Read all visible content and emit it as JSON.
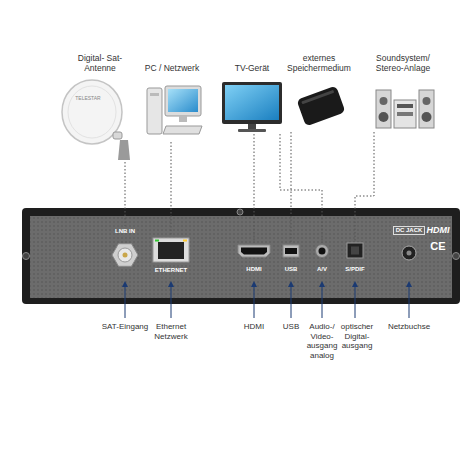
{
  "diagram": {
    "nodes": [
      {
        "text": [
          "Digital- Sat-Antenne"
        ]
      },
      {
        "text": [
          "PC / Netzwerk"
        ]
      },
      {
        "text": [
          "TV-Gerät"
        ]
      },
      {
        "text": [
          "externes Speichermedium"
        ]
      },
      {
        "text": [
          "Soundsystem/ Stereo-Anlage"
        ]
      },
      {
        "text": [
          "HDMI",
          "CE"
        ]
      },
      {
        "text": [
          "LNB IN"
        ],
        "in": 5
      },
      {
        "text": [
          "ETHERNET"
        ],
        "in": 5
      },
      {
        "text": [
          "HDMI"
        ],
        "in": 5
      },
      {
        "text": [
          "USB"
        ],
        "in": 5
      },
      {
        "text": [
          "A/V"
        ],
        "in": 5
      },
      {
        "text": [
          "S/PDIF"
        ],
        "in": 5
      },
      {
        "text": [
          "DC JACK"
        ],
        "in": 5
      }
    ],
    "edges": [
      {
        "from": 0,
        "to": 6,
        "arrow": "none"
      },
      {
        "from": 1,
        "to": 7,
        "arrow": "none"
      },
      {
        "from": 2,
        "to": 8,
        "arrow": "none"
      },
      {
        "from": 2,
        "to": 10,
        "arrow": "none"
      },
      {
        "from": 3,
        "to": 9,
        "arrow": "none"
      },
      {
        "from": 4,
        "to": 11,
        "arrow": "none"
      }
    ],
    "labels": [
      "TELESTAR",
      "SAT-Eingang",
      "Ethernet Netzwerk",
      "HDMI",
      "USB",
      "Audio-/ Video- ausgang analog",
      "optischer Digital- ausgang",
      "Netzbuchse"
    ]
  }
}
